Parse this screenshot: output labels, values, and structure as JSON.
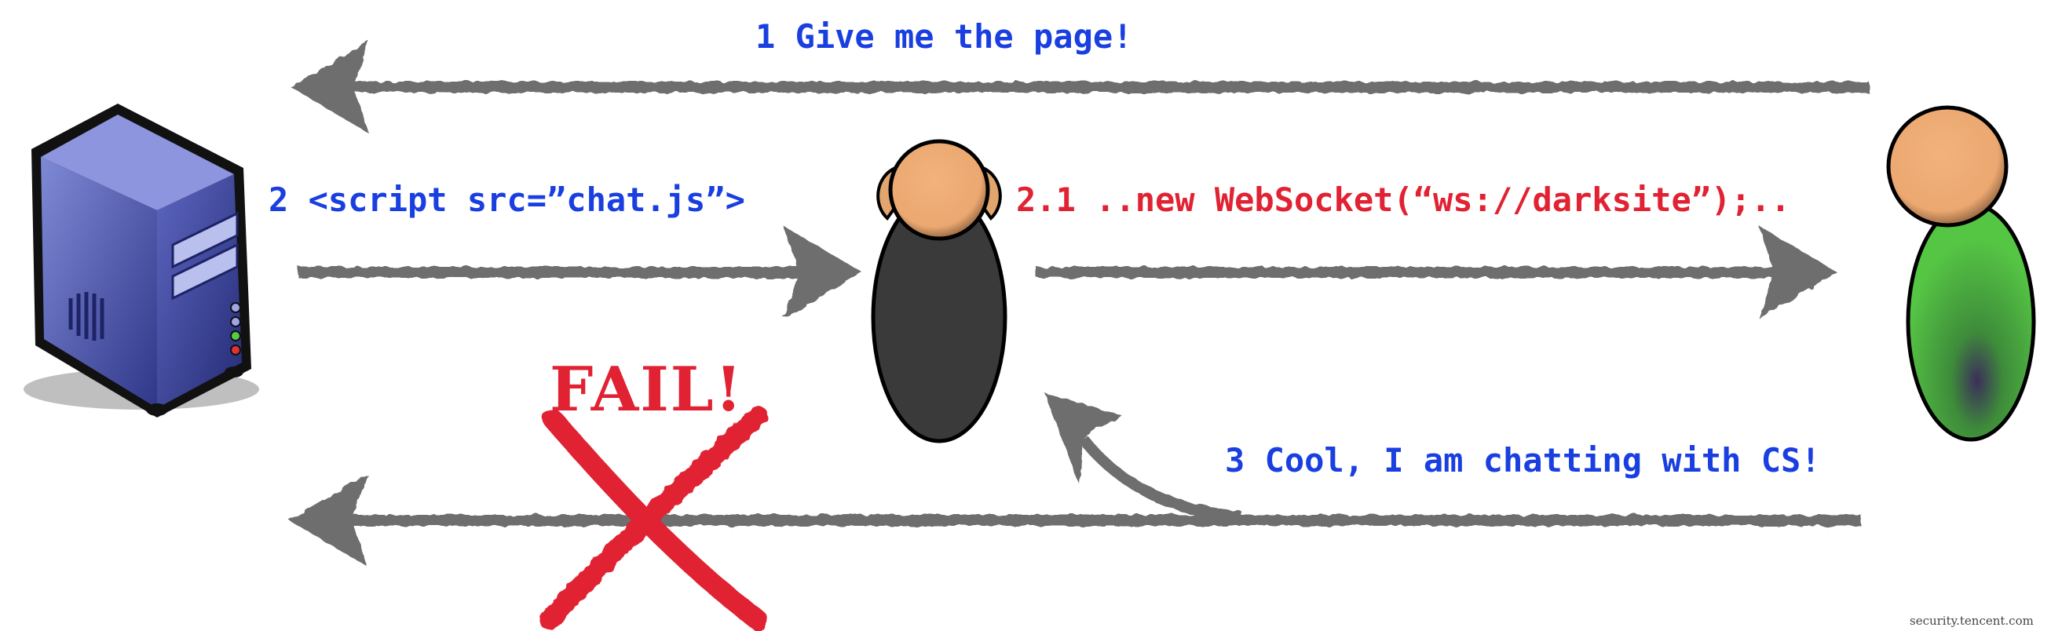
{
  "steps": {
    "step1": "1 Give me the page!",
    "step2": "2 <script src=”chat.js”>",
    "step2_1": "2.1 ..new WebSocket(“ws://darksite”);..",
    "step3": "3 Cool, I am chatting with CS!"
  },
  "fail_label": "FAIL!",
  "watermark": "security.tencent.com",
  "colors": {
    "blue_text": "#1a3fe0",
    "red_text": "#e02233",
    "arrow_gray": "#6e6e6e",
    "server_blue": "#4a55a8",
    "user_body": "#3a3a3a",
    "attacker_body": "#4cbf3a",
    "skin": "#f0b07a"
  },
  "icons": {
    "server": "server-icon",
    "user": "user-figure-icon",
    "attacker": "attacker-figure-icon",
    "fail_cross": "red-x-icon"
  }
}
